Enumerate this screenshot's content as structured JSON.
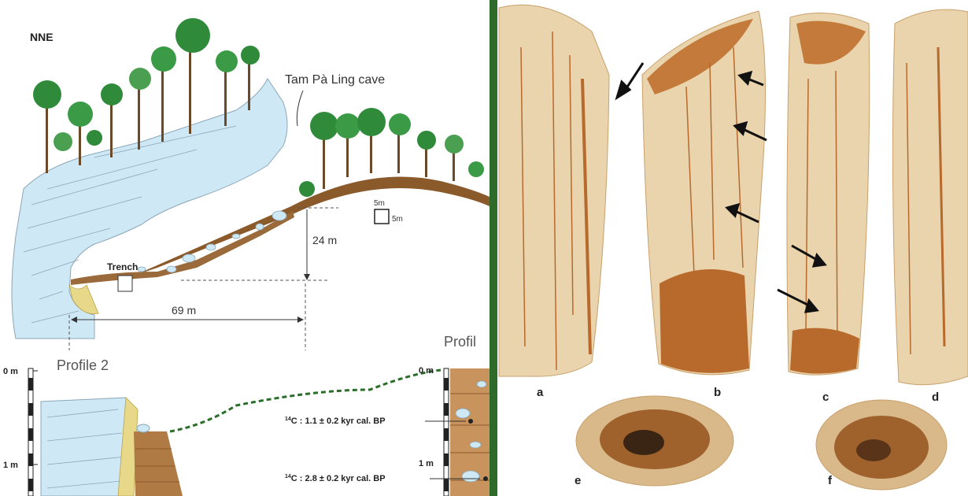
{
  "colors": {
    "divider": "#2e6b2a",
    "rock": "#cfe8f5",
    "rock_line": "#8aa7b8",
    "soil": "#8b5a2b",
    "sediment": "#b07a45",
    "foliage": "#2f8a3a",
    "bone": "#e9d4ad",
    "bone_stain": "#b86a2c",
    "dashed_line": "#2a6e2a"
  },
  "left_panel": {
    "orientation": "NNE",
    "cave_label": "Tam Pà Ling cave",
    "trench_label": "Trench",
    "scale_w": "5m",
    "scale_h": "5m",
    "height_label": "24 m",
    "distance_label": "69 m",
    "profile2_label": "Profile 2",
    "profile_right_label": "Profil",
    "depth_0_left": "0 m",
    "depth_1_left": "1 m",
    "depth_0_right": "0 m",
    "depth_1_right": "1 m",
    "date1_iso": "14",
    "date1_text": "C : 1.1 ± 0.2 kyr cal. BP",
    "date2_iso": "14",
    "date2_text": "C : 2.8 ± 0.2 kyr cal. BP"
  },
  "right_panel": {
    "labels": [
      "a",
      "b",
      "c",
      "d",
      "e",
      "f"
    ],
    "icons": [
      "arrow-icon"
    ]
  }
}
